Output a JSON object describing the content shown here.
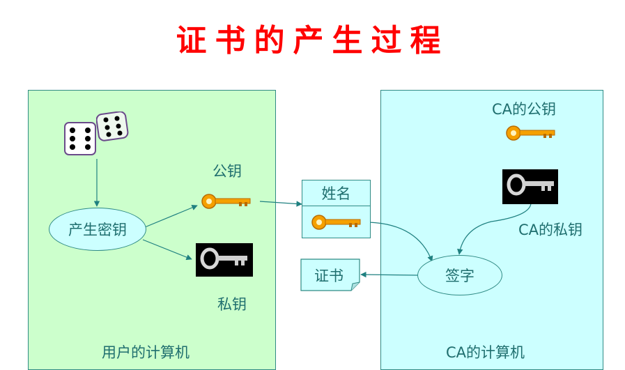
{
  "title": "证书的产生过程",
  "user_panel": {
    "footer": "用户的计算机",
    "keygen": "产生密钥",
    "public_key": "公钥",
    "private_key": "私钥"
  },
  "certificate_box": {
    "name": "姓名"
  },
  "certificate": "证书",
  "ca_panel": {
    "footer": "CA的计算机",
    "ca_public_key": "CA的公钥",
    "ca_private_key": "CA的私钥",
    "sign": "签字"
  },
  "colors": {
    "title": "#ff0000",
    "user_bg": "#ccffcc",
    "ca_bg": "#ccffff",
    "line": "#1f8080",
    "key_gold": "#f5a000"
  },
  "icons": [
    "dice-icon",
    "gold-key-icon",
    "black-key-icon"
  ]
}
